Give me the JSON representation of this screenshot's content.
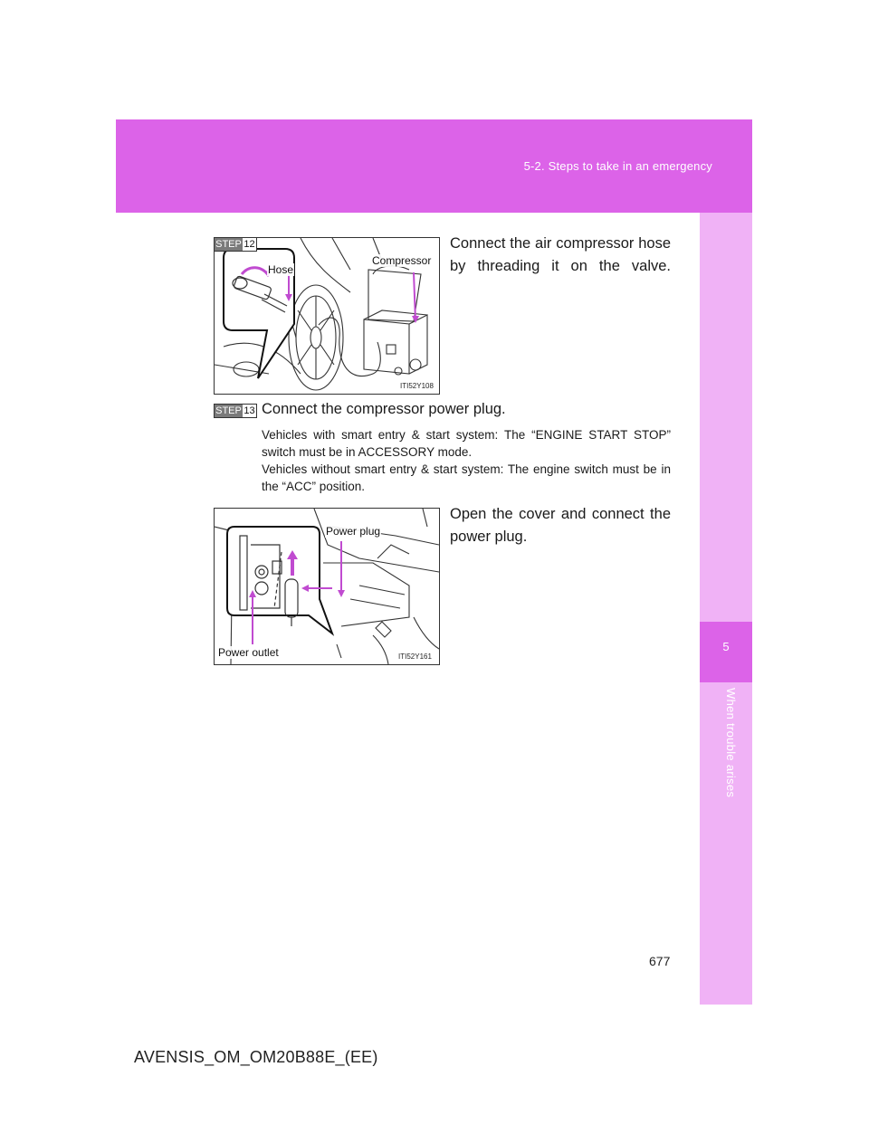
{
  "header": {
    "section": "5-2. Steps to take in an emergency"
  },
  "side_tab": {
    "chapter_number": "5",
    "chapter_title": "When trouble arises"
  },
  "page_number": "677",
  "footer": {
    "manual_code": "AVENSIS_OM_OM20B88E_(EE)"
  },
  "step12": {
    "badge_word": "STEP",
    "badge_number": "12",
    "text": "Connect the air compressor hose by threading it on the valve.",
    "figure": {
      "labels": {
        "hose": "Hose",
        "compressor": "Compressor"
      },
      "code": "ITI52Y108"
    }
  },
  "step13": {
    "badge_word": "STEP",
    "badge_number": "13",
    "title": "Connect the compressor power plug.",
    "note_line1": "Vehicles with smart entry & start system: The “ENGINE START STOP” switch must be in ACCESSORY mode.",
    "note_line2": "Vehicles without smart entry & start system: The engine switch must be in the “ACC” position.",
    "text": "Open the cover and connect the power plug.",
    "figure": {
      "labels": {
        "power_plug": "Power plug",
        "power_outlet": "Power outlet"
      },
      "code": "ITI52Y161"
    }
  },
  "colors": {
    "accent_magenta": "#dc63e8",
    "tab_pink": "#f0b2f6",
    "arrow_magenta": "#c04bd0"
  }
}
